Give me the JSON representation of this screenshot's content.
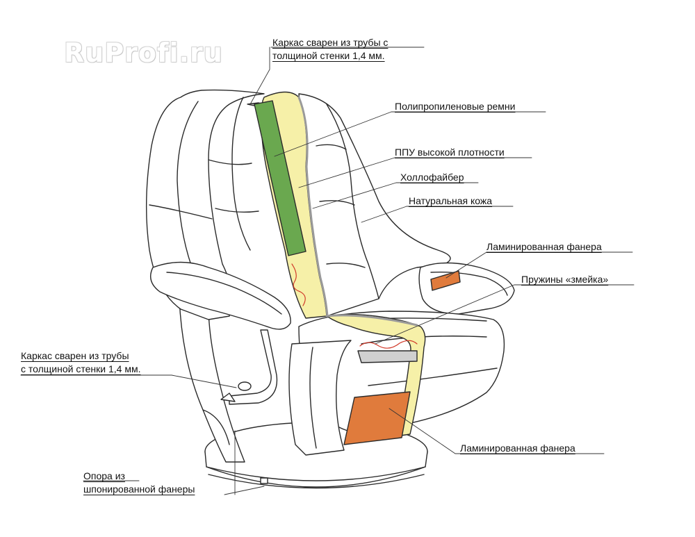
{
  "watermark": "RuProfi.ru",
  "colors": {
    "outline": "#2a2a2a",
    "frame_green": "#6aa84f",
    "foam_yellow": "#f6f0a8",
    "plywood_orange": "#e07b3c",
    "spring_red": "#d23a2a",
    "hollofiber_grey": "#bdbdbd"
  },
  "labels": {
    "frame_top_line1": "Каркас сварен из трубы с",
    "frame_top_line2": "толщиной стенки 1,4 мм.",
    "straps": "Полипропиленовые ремни",
    "ppu": "ППУ высокой плотности",
    "hollofiber": "Холлофайбер",
    "leather": "Натуральная кожа",
    "plywood_arm": "Ламинированная фанера",
    "springs": "Пружины «змейка»",
    "frame_left_line1": "Каркас сварен из трубы",
    "frame_left_line2": "с толщиной стенки 1,4 мм.",
    "plywood_seat": "Ламинированная фанера",
    "support_line1": "Опора из",
    "support_line2": "шпонированной фанеры"
  }
}
